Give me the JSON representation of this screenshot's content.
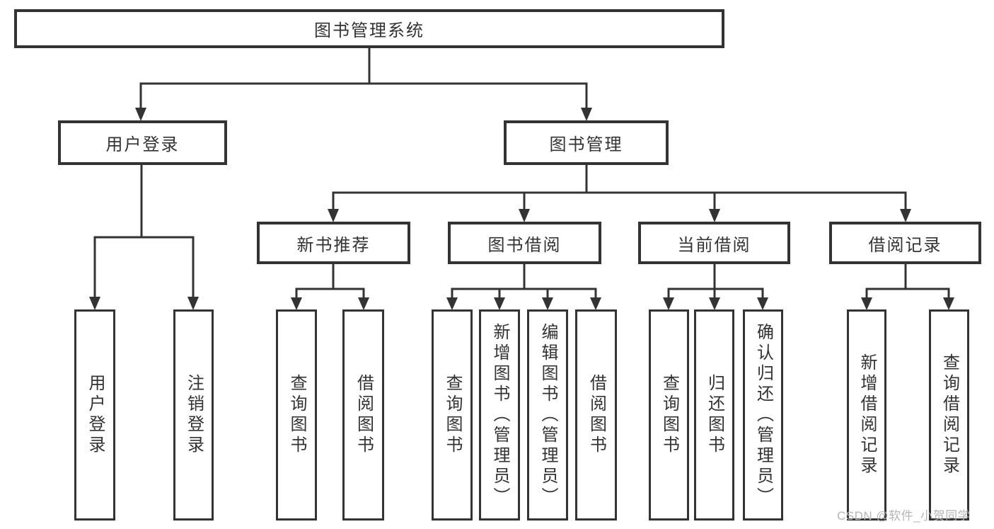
{
  "tree": {
    "root": {
      "label": "图书管理系统"
    },
    "branches": [
      {
        "label": "用户登录",
        "children": [
          {
            "label": "用户登录"
          },
          {
            "label": "注销登录"
          }
        ]
      },
      {
        "label": "图书管理",
        "children": [
          {
            "label": "新书推荐",
            "children": [
              {
                "label": "查询图书"
              },
              {
                "label": "借阅图书"
              }
            ]
          },
          {
            "label": "图书借阅",
            "children": [
              {
                "label": "查询图书"
              },
              {
                "label": "新增图书（管理员）"
              },
              {
                "label": "编辑图书（管理员）"
              },
              {
                "label": "借阅图书"
              }
            ]
          },
          {
            "label": "当前借阅",
            "children": [
              {
                "label": "查询图书"
              },
              {
                "label": "归还图书"
              },
              {
                "label": "确认归还（管理员）"
              }
            ]
          },
          {
            "label": "借阅记录",
            "children": [
              {
                "label": "新增借阅记录"
              },
              {
                "label": "查询借阅记录"
              }
            ]
          }
        ]
      }
    ]
  },
  "watermark": "CSDN @软件_小贺同学",
  "colors": {
    "line": "#333333",
    "text": "#333333",
    "box_background": "#ffffff",
    "watermark": "#b5b5b5",
    "background": "#ffffff"
  }
}
